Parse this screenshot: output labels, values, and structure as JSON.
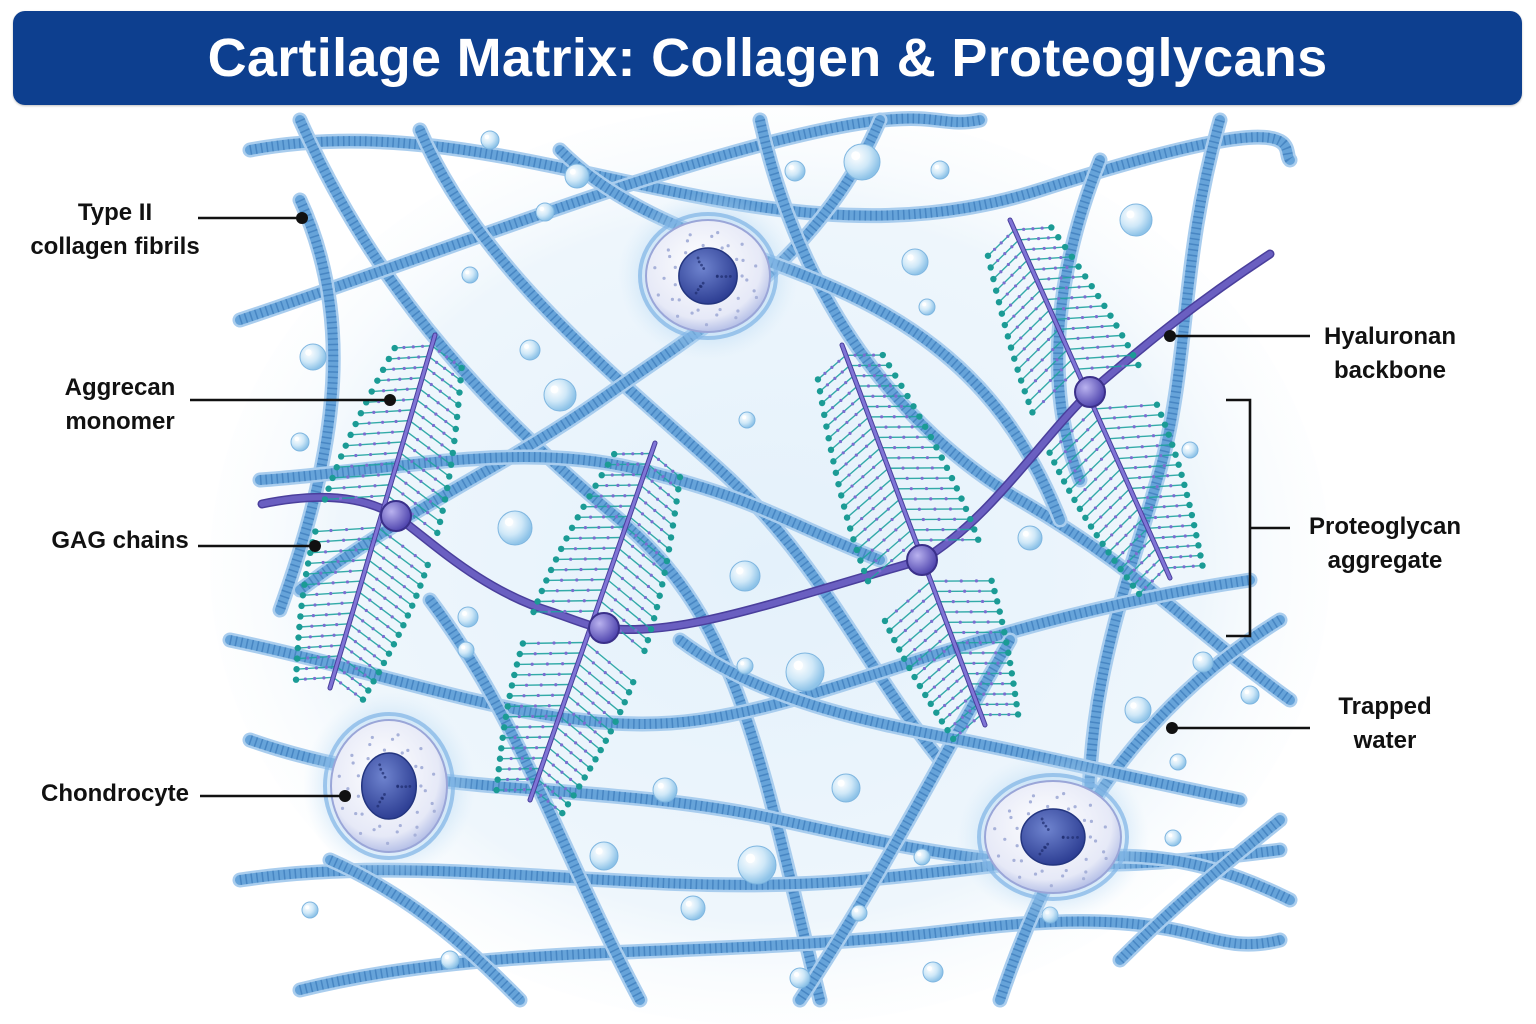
{
  "title": "Cartilage Matrix: Collagen & Proteoglycans",
  "labels": {
    "collagen": {
      "line1": "Type II",
      "line2": "collagen fibrils"
    },
    "aggrecan": {
      "line1": "Aggrecan",
      "line2": "monomer"
    },
    "gag": {
      "line1": "GAG chains"
    },
    "chondrocyte": {
      "line1": "Chondrocyte"
    },
    "hyaluronan": {
      "line1": "Hyaluronan",
      "line2": "backbone"
    },
    "proteoglycan": {
      "line1": "Proteoglycan",
      "line2": "aggregate"
    },
    "water": {
      "line1": "Trapped",
      "line2": "water"
    }
  },
  "colors": {
    "title_bg": "#0d3f8f",
    "collagen": "#5b9bd5",
    "hyaluronan": "#6a5fc1",
    "gag": "#1fa3a0",
    "cell_nucleus": "#3f55a8",
    "water": "#bfe0f5"
  }
}
